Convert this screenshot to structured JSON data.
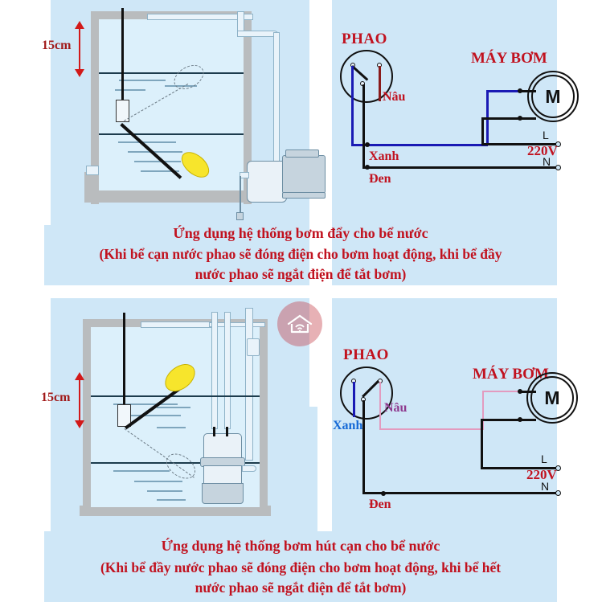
{
  "panels": [
    {
      "id": "top",
      "diagram": {
        "name": "push-pump-tank",
        "dimension_label": "15cm",
        "pump_type": "surface-jet-pump",
        "float_state": "float-down-low-water"
      },
      "schematic": {
        "float_label": "PHAO",
        "pump_label": "MÁY BƠM",
        "motor_symbol": "M",
        "wires": [
          {
            "name": "Nâu",
            "color": "#8a1b1b",
            "label_color": "#c1121f"
          },
          {
            "name": "Xanh",
            "color": "#1a1ab4",
            "label_color": "#c1121f"
          },
          {
            "name": "Đen",
            "color": "#111111",
            "label_color": "#c1121f"
          }
        ],
        "supply_label": "220V",
        "terminal_live": "L",
        "terminal_neutral": "N"
      },
      "caption_title": "Ứng dụng hệ thống bơm đẩy cho bể nước",
      "caption_line1": "(Khi bể cạn nước phao sẽ đóng điện cho bơm hoạt động, khi bể đầy",
      "caption_line2": "nước phao sẽ ngắt điện để tắt bơm)"
    },
    {
      "id": "bottom",
      "diagram": {
        "name": "drain-pump-tank",
        "dimension_label": "15cm",
        "pump_type": "submersible-pump",
        "float_state": "float-up-high-water"
      },
      "schematic": {
        "float_label": "PHAO",
        "pump_label": "MÁY BƠM",
        "motor_symbol": "M",
        "wires": [
          {
            "name": "Xanh",
            "color": "#1a1ab4",
            "label_color": "#1569d6"
          },
          {
            "name": "Nâu",
            "color": "#e39bbf",
            "label_color": "#8e3a8e"
          },
          {
            "name": "Đen",
            "color": "#111111",
            "label_color": "#c1121f"
          }
        ],
        "supply_label": "220V",
        "terminal_live": "L",
        "terminal_neutral": "N"
      },
      "caption_title": "Ứng dụng hệ thống bơm hút cạn cho bể nước",
      "caption_line1": "(Khi bể đầy nước phao sẽ đóng điện cho bơm hoạt động, khi bể hết",
      "caption_line2": "nước phao sẽ ngắt điện để tắt bơm)"
    }
  ],
  "colors": {
    "panel_background": "#cfe7f7",
    "page_background": "#ffffff",
    "caption_red": "#c1121f",
    "wire_blue": "#1a1ab4",
    "wire_brown": "#8a1b1b",
    "wire_pink": "#e39bbf",
    "wire_black": "#111111",
    "float_yellow": "#f7e52c",
    "tank_wall": "#b9bcbe",
    "water": "#d8ecf9"
  },
  "watermark": {
    "name": "house-wifi-watermark",
    "color": "#c43c46"
  }
}
